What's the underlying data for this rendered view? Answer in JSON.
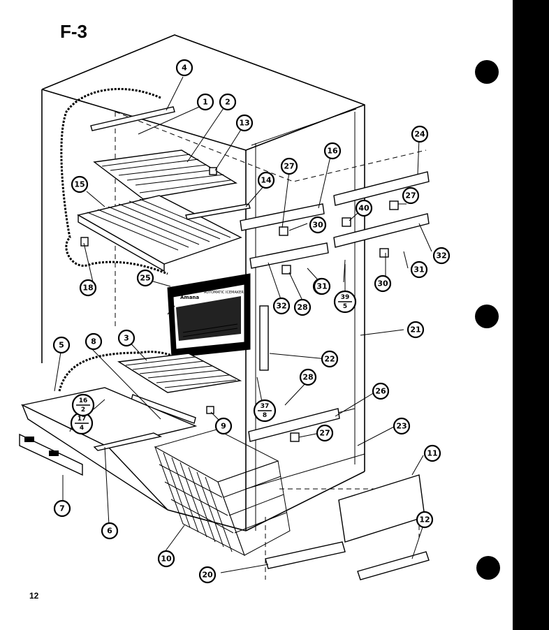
{
  "page": {
    "title": "F-3",
    "page_number": "12"
  },
  "callouts": [
    {
      "label": "4"
    },
    {
      "label": "1"
    },
    {
      "label": "2"
    },
    {
      "label": "13"
    },
    {
      "label": "15"
    },
    {
      "label": "14"
    },
    {
      "label": "16"
    },
    {
      "label": "27"
    },
    {
      "label": "24"
    },
    {
      "label": "27"
    },
    {
      "label": "40"
    },
    {
      "label": "30"
    },
    {
      "label": "32"
    },
    {
      "label": "31"
    },
    {
      "label": "30"
    },
    {
      "label": "18"
    },
    {
      "label": "25"
    },
    {
      "label": "32"
    },
    {
      "label": "28"
    },
    {
      "label": "31"
    },
    {
      "label": "30"
    },
    {
      "label": "21"
    },
    {
      "label": "3"
    },
    {
      "label": "8"
    },
    {
      "label": "5"
    },
    {
      "label": "22"
    },
    {
      "label": "28"
    },
    {
      "label": "26"
    },
    {
      "label": "23"
    },
    {
      "label": "9"
    },
    {
      "label": "27"
    },
    {
      "label": "11"
    },
    {
      "label": "7"
    },
    {
      "label": "6"
    },
    {
      "label": "10"
    },
    {
      "label": "12"
    },
    {
      "label": "20"
    }
  ],
  "fraction_callouts": [
    {
      "top": "39",
      "bottom": "5"
    },
    {
      "top": "17",
      "bottom": "4"
    },
    {
      "top": "16",
      "bottom": "2"
    },
    {
      "top": "37",
      "bottom": "8"
    }
  ],
  "icemaker_panel": {
    "brand": "Amana",
    "label": "AUTOMATIC ICEMAKER"
  }
}
